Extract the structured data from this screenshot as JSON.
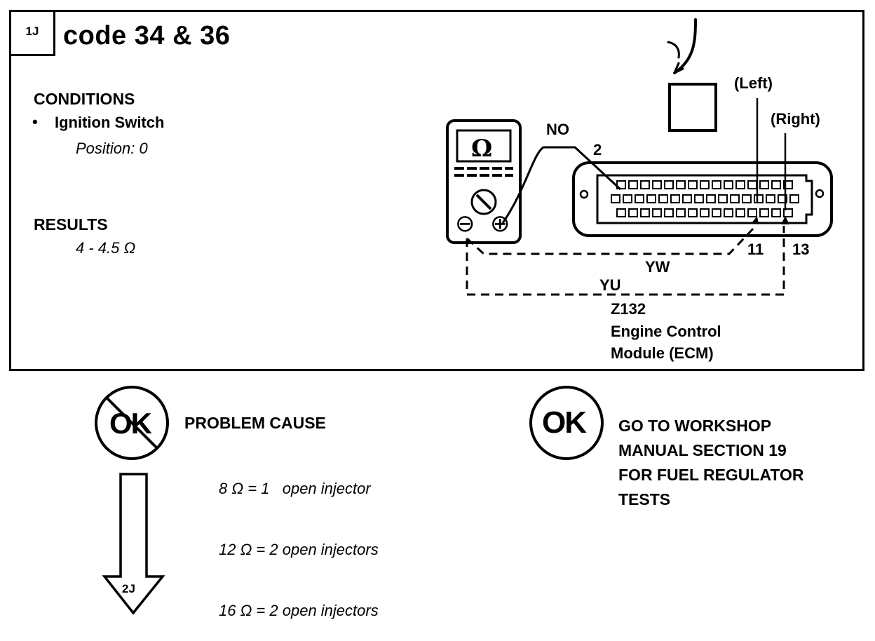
{
  "header": {
    "step_id": "1J",
    "title": "code 34 & 36"
  },
  "conditions": {
    "heading": "CONDITIONS",
    "bullet": "•",
    "item": "Ignition Switch",
    "detail": "Position: 0"
  },
  "results": {
    "heading": "RESULTS",
    "value": "4 - 4.5 Ω"
  },
  "diagram": {
    "meter_symbol": "Ω",
    "probe_neg": "⊖",
    "probe_pos": "⊕",
    "wire_no": "NO",
    "pin_2": "2",
    "left_label": "(Left)",
    "right_label": "(Right)",
    "pin_11": "11",
    "pin_13": "13",
    "wire_yw": "YW",
    "wire_yu": "YU",
    "component_id": "Z132",
    "component_line1": "Engine Control",
    "component_line2": "Module (ECM)"
  },
  "not_ok": {
    "symbol": "OK",
    "heading": "PROBLEM CAUSE",
    "causes": [
      "8 Ω = 1   open injector",
      "12 Ω = 2 open injectors",
      "16 Ω = 2 open injectors"
    ],
    "next_step": "2J"
  },
  "ok": {
    "symbol": "OK",
    "lines": [
      "GO TO WORKSHOP",
      "MANUAL SECTION 19",
      "FOR FUEL REGULATOR",
      "TESTS"
    ]
  }
}
